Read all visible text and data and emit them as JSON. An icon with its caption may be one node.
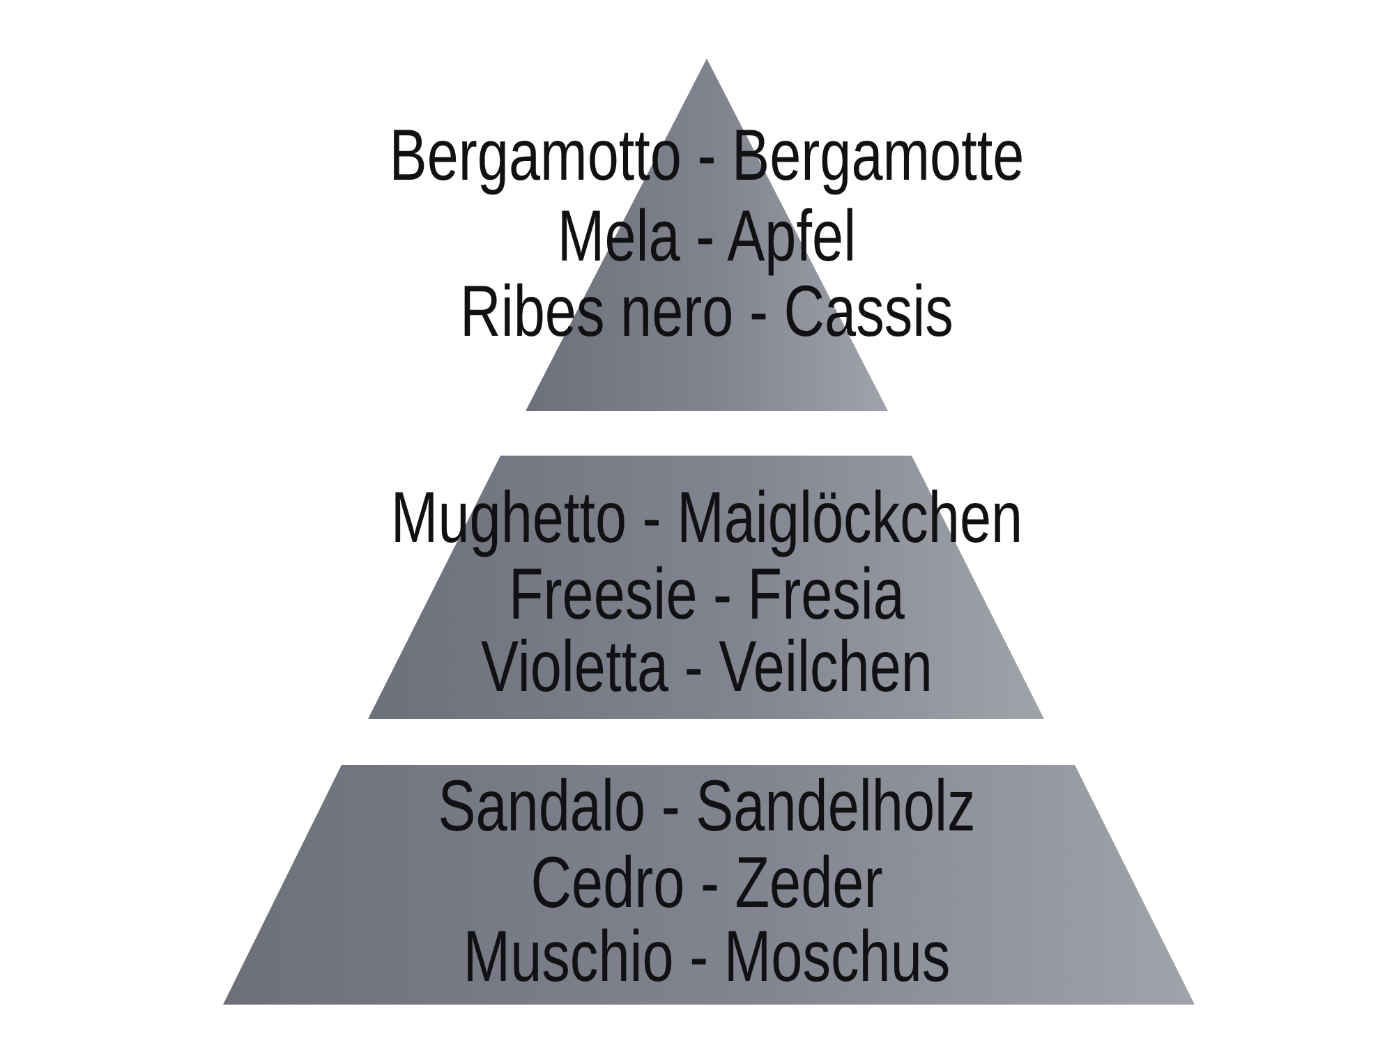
{
  "diagram": {
    "nodes": [
      {
        "text": [
          "Bergamotto - Bergamotte",
          "Mela - Apfel",
          "Ribes nero - Cassis"
        ]
      },
      {
        "text": [
          "Mughetto - Maiglöckchen",
          "Freesie - Fresia",
          "Violetta - Veilchen"
        ]
      },
      {
        "text": [
          "Sandalo - Sandelholz",
          "Cedro - Zeder",
          "Muschio - Moschus"
        ]
      }
    ]
  }
}
